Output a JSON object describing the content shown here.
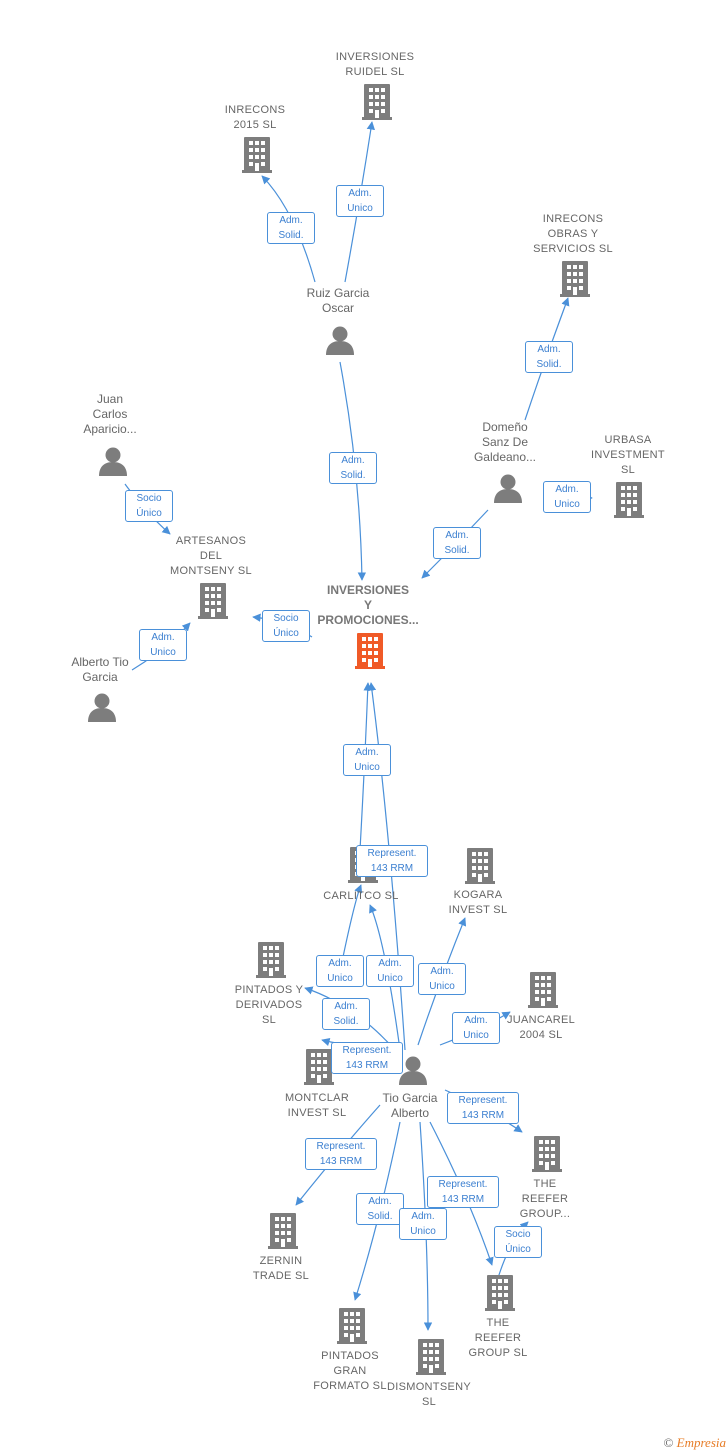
{
  "colors": {
    "edge": "#4a90d9",
    "node": "#7d7d7d",
    "main_node": "#f05a28",
    "label": "#666666"
  },
  "nodes": [
    {
      "id": "inversiones-ruidel",
      "type": "company",
      "label": "INVERSIONES\nRUIDEL  SL"
    },
    {
      "id": "inrecons-2015",
      "type": "company",
      "label": "INRECONS\n2015  SL"
    },
    {
      "id": "ruiz-garcia-oscar",
      "type": "person",
      "label": "Ruiz Garcia\nOscar"
    },
    {
      "id": "inrecons-obras",
      "type": "company",
      "label": "INRECONS\nOBRAS Y\nSERVICIOS  SL"
    },
    {
      "id": "urbasa",
      "type": "company",
      "label": "URBASA\nINVESTMENT\nSL"
    },
    {
      "id": "domeno-sanz",
      "type": "person",
      "label": "Domeño\nSanz De\nGaldeano..."
    },
    {
      "id": "juan-carlos-aparicio",
      "type": "person",
      "label": "Juan\nCarlos\nAparicio..."
    },
    {
      "id": "artesanos-montseny",
      "type": "company",
      "label": "ARTESANOS\nDEL\nMONTSENY  SL"
    },
    {
      "id": "alberto-tio-garcia",
      "type": "person",
      "label": "Alberto Tio\nGarcia"
    },
    {
      "id": "inversiones-promociones",
      "type": "main",
      "label": "INVERSIONES\nY\nPROMOCIONES..."
    },
    {
      "id": "carlitco",
      "type": "company",
      "label": "CARLITCO  SL"
    },
    {
      "id": "kogara",
      "type": "company",
      "label": "KOGARA\nINVEST  SL"
    },
    {
      "id": "pintados-derivados",
      "type": "company",
      "label": "PINTADOS Y\nDERIVADOS\nSL"
    },
    {
      "id": "juancarel",
      "type": "company",
      "label": "JUANCAREL\n2004  SL"
    },
    {
      "id": "montclar",
      "type": "company",
      "label": "MONTCLAR\nINVEST  SL"
    },
    {
      "id": "tio-garcia-alberto",
      "type": "person",
      "label": "Tio Garcia\nAlberto"
    },
    {
      "id": "reefer-group-1",
      "type": "company",
      "label": "THE\nREEFER\nGROUP..."
    },
    {
      "id": "zernin",
      "type": "company",
      "label": "ZERNIN\nTRADE  SL"
    },
    {
      "id": "reefer-group-sl",
      "type": "company",
      "label": "THE\nREEFER\nGROUP  SL"
    },
    {
      "id": "pintados-gran-formato",
      "type": "company",
      "label": "PINTADOS\nGRAN\nFORMATO  SL"
    },
    {
      "id": "dismontseny",
      "type": "company",
      "label": "DISMONTSENY\nSL"
    }
  ],
  "edges": [
    {
      "id": "e1",
      "label": "Adm.\nUnico"
    },
    {
      "id": "e2",
      "label": "Adm.\nSolid."
    },
    {
      "id": "e3",
      "label": "Adm.\nSolid."
    },
    {
      "id": "e4",
      "label": "Adm.\nSolid."
    },
    {
      "id": "e5",
      "label": "Adm.\nUnico"
    },
    {
      "id": "e6",
      "label": "Adm.\nSolid."
    },
    {
      "id": "e7",
      "label": "Socio\nÚnico"
    },
    {
      "id": "e8",
      "label": "Socio\nÚnico"
    },
    {
      "id": "e9",
      "label": "Adm.\nUnico"
    },
    {
      "id": "e10",
      "label": "Adm.\nUnico"
    },
    {
      "id": "e11",
      "label": "Represent.\n143 RRM"
    },
    {
      "id": "e12",
      "label": "Adm.\nUnico"
    },
    {
      "id": "e13",
      "label": "Adm.\nUnico"
    },
    {
      "id": "e14",
      "label": "Adm.\nUnico"
    },
    {
      "id": "e15",
      "label": "Adm.\nUnico"
    },
    {
      "id": "e16",
      "label": "Adm.\nSolid."
    },
    {
      "id": "e17",
      "label": "Represent.\n143 RRM"
    },
    {
      "id": "e18",
      "label": "Represent.\n143 RRM"
    },
    {
      "id": "e19",
      "label": "Represent.\n143 RRM"
    },
    {
      "id": "e20",
      "label": "Adm.\nSolid."
    },
    {
      "id": "e21",
      "label": "Adm.\nUnico"
    },
    {
      "id": "e22",
      "label": "Represent.\n143 RRM"
    },
    {
      "id": "e23",
      "label": "Socio\nÚnico"
    }
  ],
  "footer": {
    "copyright": "©",
    "brand": "Empresia"
  }
}
